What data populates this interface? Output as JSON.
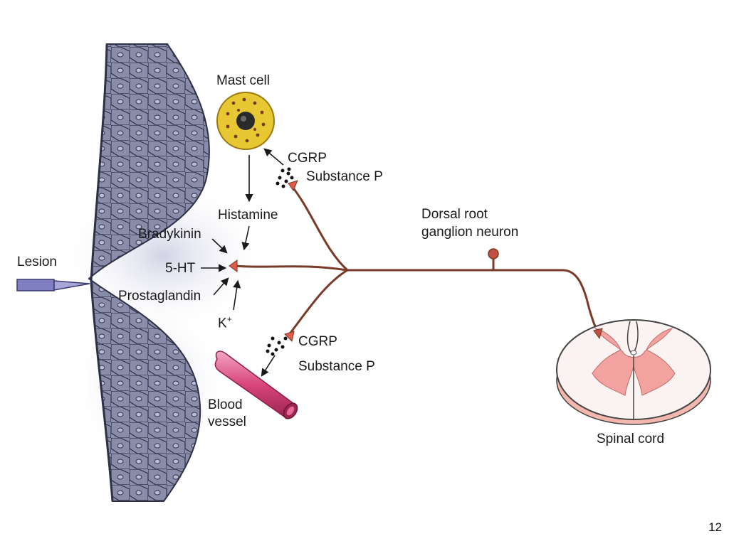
{
  "labels": {
    "mast_cell": "Mast cell",
    "cgrp_top": "CGRP",
    "substance_p_top": "Substance P",
    "histamine": "Histamine",
    "bradykinin": "Bradykinin",
    "serotonin": "5-HT",
    "lesion": "Lesion",
    "prostaglandin": "Prostaglandin",
    "potassium": "K",
    "potassium_charge": "+",
    "drg_line1": "Dorsal root",
    "drg_line2": "ganglion neuron",
    "cgrp_bottom": "CGRP",
    "substance_p_bottom": "Substance P",
    "blood_line1": "Blood",
    "blood_line2": "vessel",
    "spinal_cord": "Spinal cord"
  },
  "page_number": "12",
  "colors": {
    "tissue": "#7a7d9a",
    "tissue_dark": "#3a3c55",
    "mast_cell": "#e8c832",
    "nerve": "#7a3a28",
    "terminal": "#e05a4a",
    "vessel": "#d8457a",
    "gray_matter": "#f2a3a0"
  }
}
